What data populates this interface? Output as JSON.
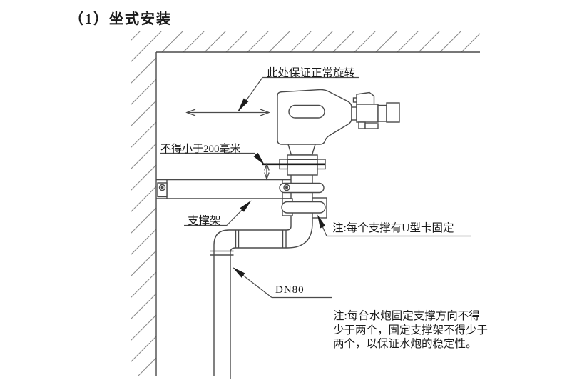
{
  "title": "（1）坐式安装",
  "diagram": {
    "labels": {
      "rotation": "此处保证正常旋转",
      "min_distance": "不得小于200毫米",
      "bracket": "支撑架",
      "u_clamp_note": "注:每个支撑有U型卡固定",
      "pipe_size": "DN80"
    },
    "note_lines": {
      "line1": "注:每台水炮固定支撑方向不得",
      "line2": "少于两个，固定支撑架不得少于",
      "line3": "两个，以保证水炮的稳定性。"
    },
    "colors": {
      "line": "#4a4a4a",
      "hatch": "#8c8c8c",
      "gasket": "#1c1c1c",
      "text": "#1a1a1a",
      "background": "#ffffff"
    }
  }
}
